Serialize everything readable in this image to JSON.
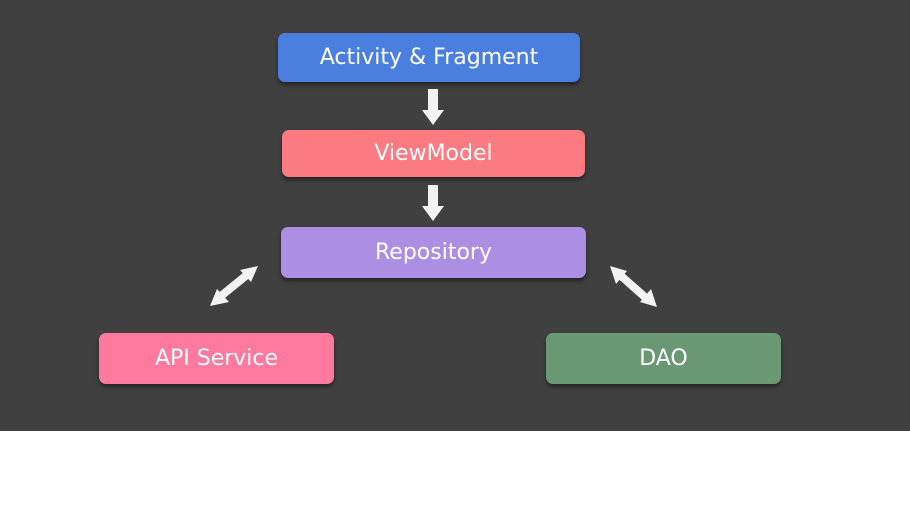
{
  "diagram": {
    "nodes": {
      "activity": {
        "label": "Activity & Fragment",
        "color": "#4a7fe0"
      },
      "viewmodel": {
        "label": "ViewModel",
        "color": "#fc7b82"
      },
      "repository": {
        "label": "Repository",
        "color": "#ac8fe3"
      },
      "api": {
        "label": "API Service",
        "color": "#fd7a9e"
      },
      "dao": {
        "label": "DAO",
        "color": "#6a9872"
      }
    },
    "edges": [
      {
        "from": "Activity & Fragment",
        "to": "ViewModel",
        "direction": "one-way"
      },
      {
        "from": "ViewModel",
        "to": "Repository",
        "direction": "one-way"
      },
      {
        "from": "Repository",
        "to": "API Service",
        "direction": "two-way"
      },
      {
        "from": "Repository",
        "to": "DAO",
        "direction": "two-way"
      }
    ],
    "colors": {
      "background": "#404040",
      "arrow": "#f2f2f2"
    }
  }
}
